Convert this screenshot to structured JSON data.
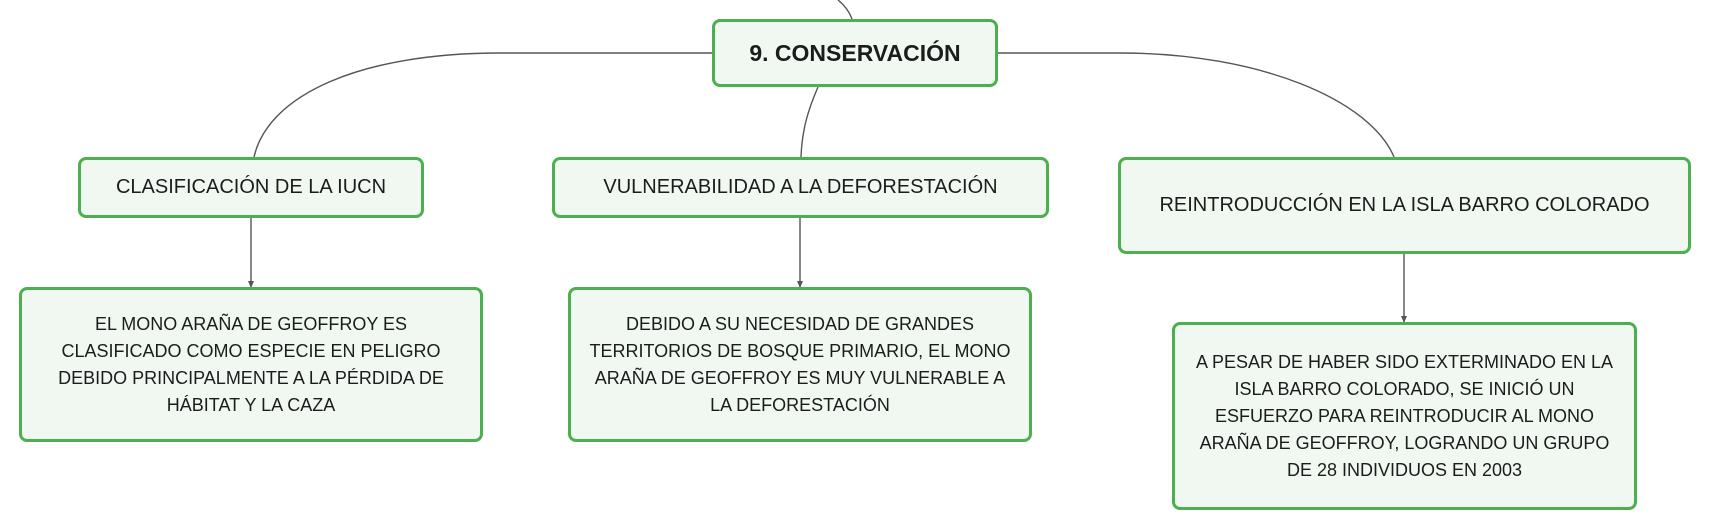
{
  "root": {
    "label": "9. CONSERVACIÓN"
  },
  "branches": [
    {
      "label": "CLASIFICACIÓN DE LA IUCN",
      "detail": "EL MONO ARAÑA DE GEOFFROY ES CLASIFICADO COMO ESPECIE EN PELIGRO DEBIDO PRINCIPALMENTE A LA PÉRDIDA DE HÁBITAT Y LA CAZA"
    },
    {
      "label": "VULNERABILIDAD A LA DEFORESTACIÓN",
      "detail": "DEBIDO A SU NECESIDAD DE GRANDES TERRITORIOS DE BOSQUE PRIMARIO, EL MONO ARAÑA DE GEOFFROY ES MUY VULNERABLE A LA DEFORESTACIÓN"
    },
    {
      "label": "REINTRODUCCIÓN EN LA ISLA BARRO COLORADO",
      "detail": "A PESAR DE HABER SIDO EXTERMINADO EN LA ISLA BARRO COLORADO, SE INICIÓ UN ESFUERZO PARA REINTRODUCIR AL MONO ARAÑA DE GEOFFROY, LOGRANDO UN GRUPO DE 28 INDIVIDUOS EN 2003"
    }
  ],
  "colors": {
    "node_border": "#4caf50",
    "node_fill": "#f1f8f2",
    "connector": "#555555",
    "text": "#1c1c1c"
  }
}
